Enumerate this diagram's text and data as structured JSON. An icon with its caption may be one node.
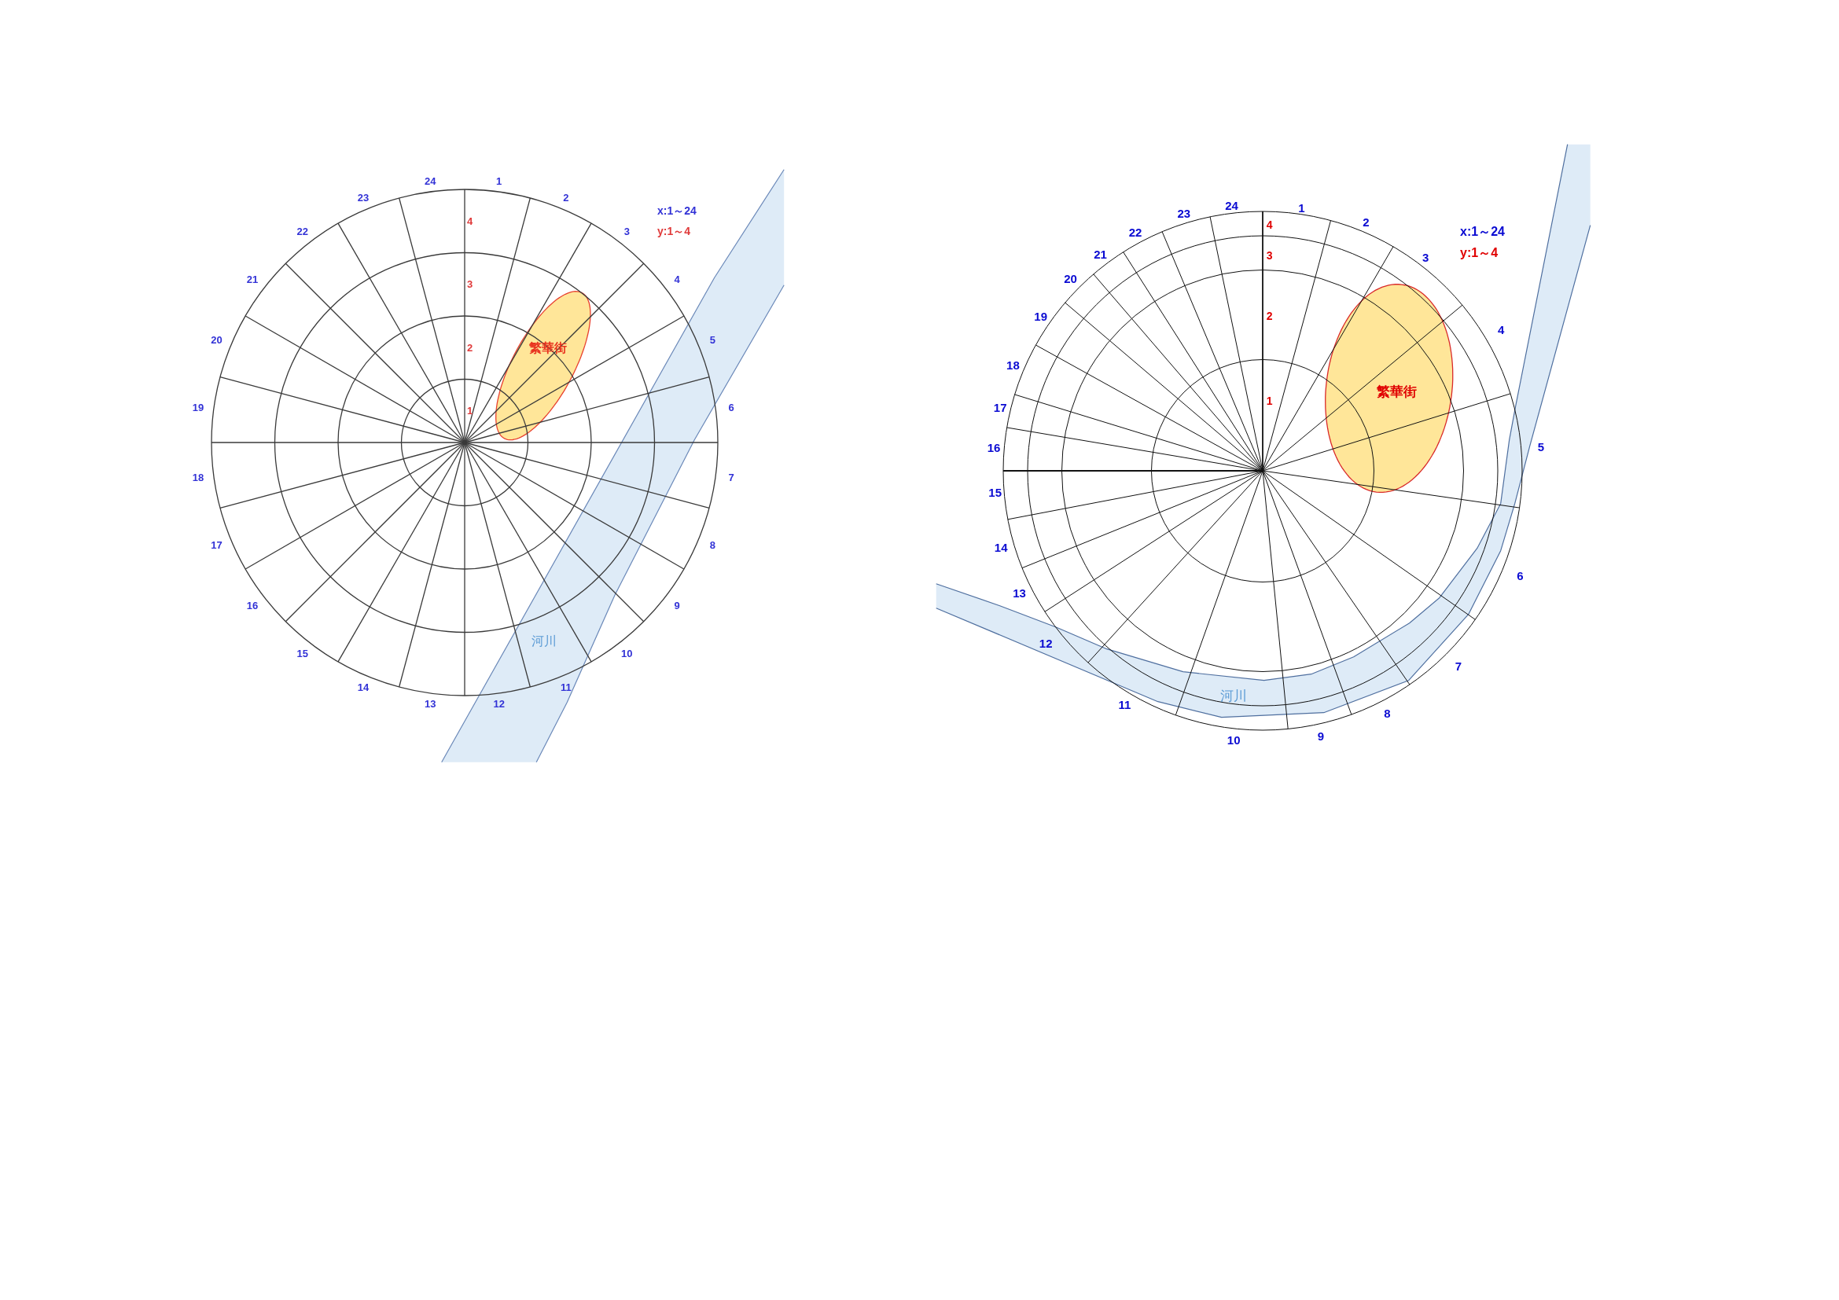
{
  "diagram": {
    "nodes": [
      {
        "text": [
          "繁華街"
        ]
      },
      {
        "text": [
          "河川"
        ]
      },
      {
        "text": [
          "繁華街"
        ]
      },
      {
        "text": [
          "河川"
        ]
      }
    ],
    "labels": [
      "1",
      "2",
      "3",
      "4",
      "5",
      "6",
      "7",
      "8",
      "9",
      "10",
      "11",
      "12",
      "13",
      "14",
      "15",
      "16",
      "17",
      "18",
      "19",
      "20",
      "21",
      "22",
      "23",
      "24",
      "1",
      "2",
      "3",
      "4",
      "x:1～24",
      "y:1～4",
      "1",
      "2",
      "3",
      "4",
      "5",
      "6",
      "7",
      "8",
      "9",
      "10",
      "11",
      "12",
      "13",
      "14",
      "15",
      "16",
      "17",
      "18",
      "19",
      "20",
      "21",
      "22",
      "23",
      "24",
      "1",
      "2",
      "3",
      "4",
      "x:1～24",
      "y:1～4"
    ]
  }
}
